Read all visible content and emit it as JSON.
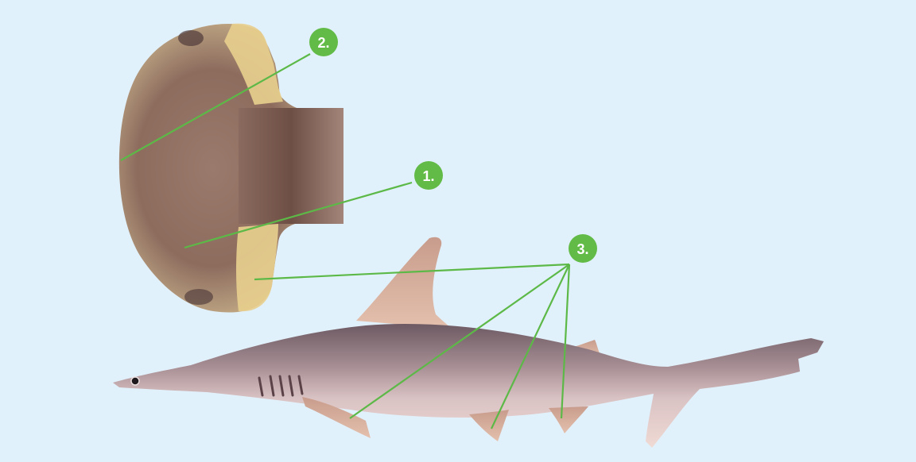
{
  "colors": {
    "background": "#e1f1fb",
    "accent_green": "#62bb46",
    "leader_line": "#5cb947",
    "head_dark": "#7a5a4c",
    "head_light": "#e8cf8e",
    "shark_body": "#b59a9c",
    "shark_belly": "#efd7d3",
    "fin": "#d9b4a3"
  },
  "images": {
    "head_specimen": "hammerhead-head-underside",
    "shark_specimen": "hammerhead-shark-side-view"
  },
  "labels": [
    {
      "id": "1",
      "text": "1."
    },
    {
      "id": "2",
      "text": "2."
    },
    {
      "id": "3",
      "text": "3."
    }
  ]
}
